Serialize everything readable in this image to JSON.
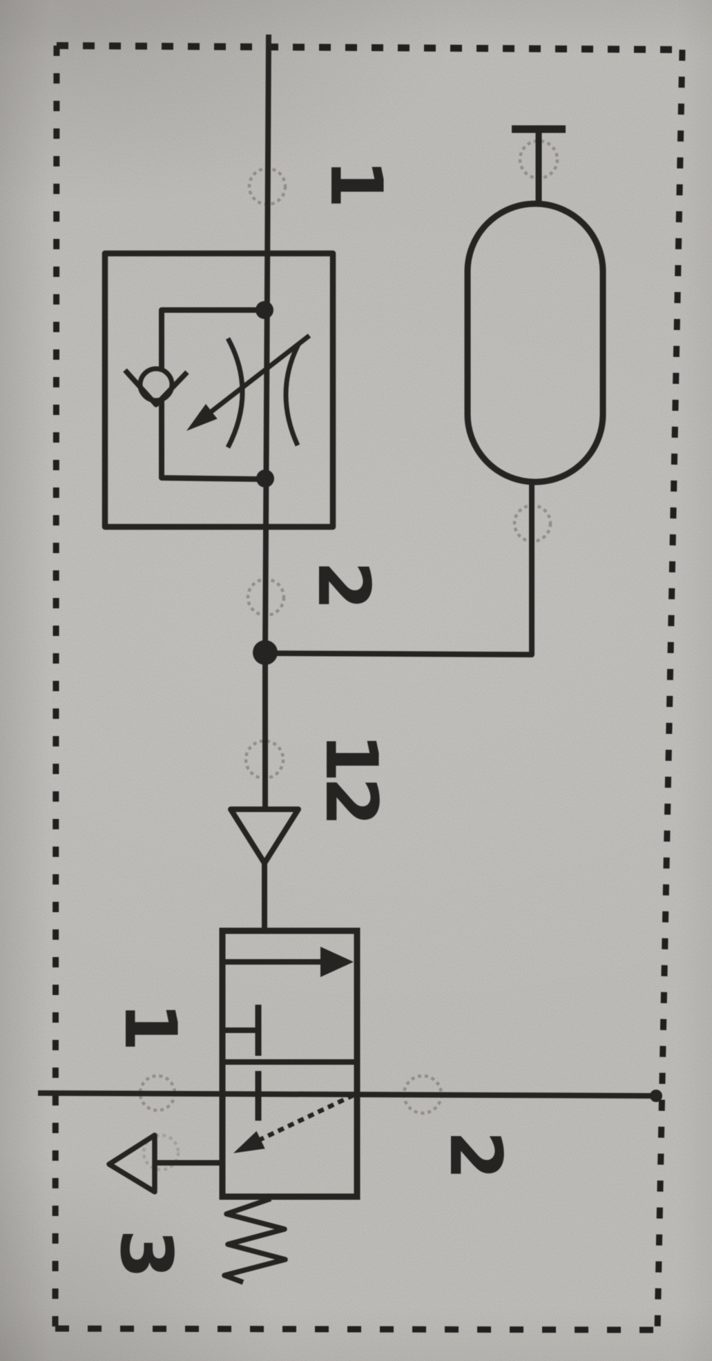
{
  "diagram": {
    "port_labels": {
      "supply": "1",
      "output": "2",
      "pilot": "12",
      "valve_pressure": "1",
      "valve_output": "2",
      "valve_exhaust": "3"
    },
    "colors": {
      "paper": "#d8d6d1",
      "ink": "#2b2a27",
      "port_marker": "#a3a09a"
    },
    "components": [
      "enclosure-boundary",
      "supply-line",
      "one-way-flow-control-valve",
      "check-valve",
      "adjustable-throttle",
      "air-reservoir",
      "pilot-signal-check-valve",
      "3-2-way-pilot-valve",
      "spring-return",
      "exhaust-outlet"
    ]
  }
}
